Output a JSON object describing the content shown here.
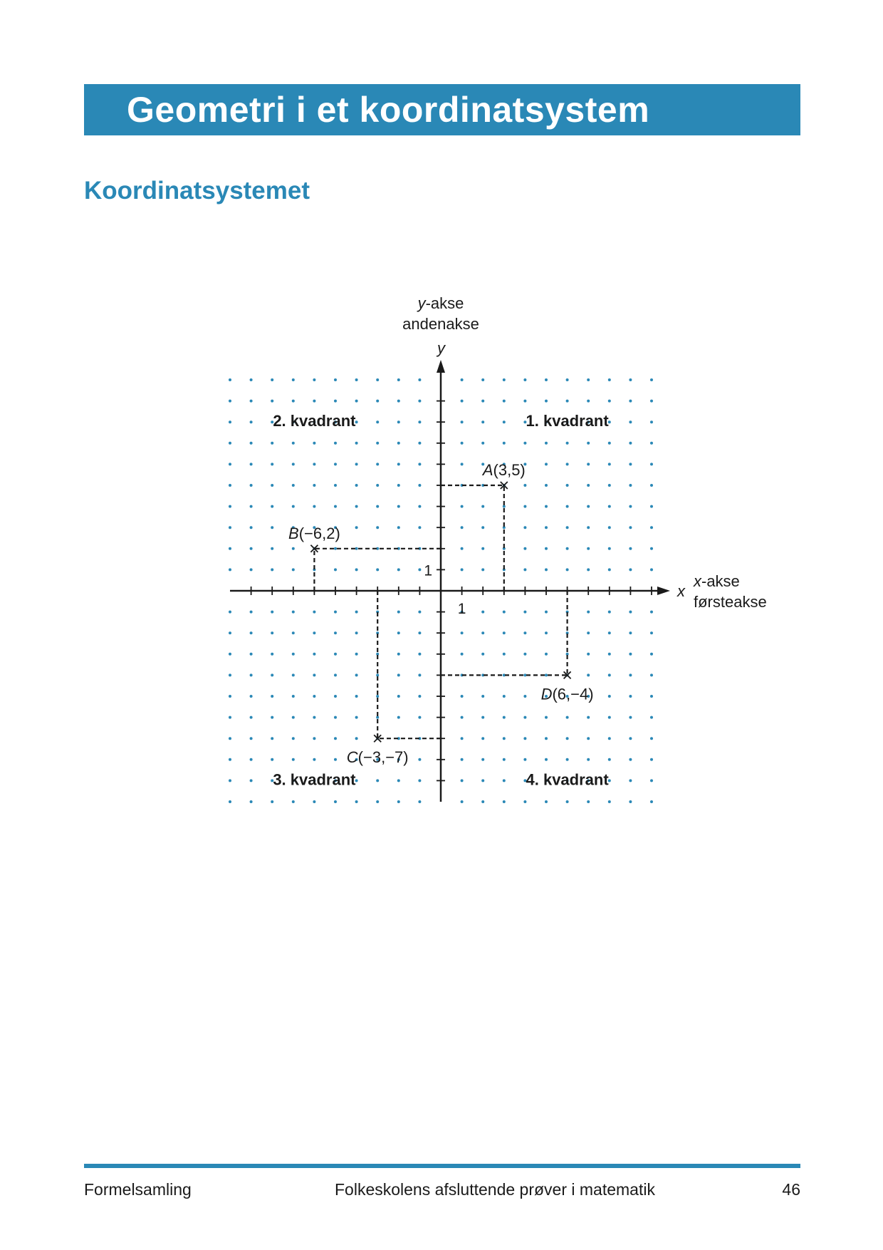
{
  "header": {
    "title": "Geometri i et koordinatsystem"
  },
  "section": {
    "heading": "Koordinatsystemet"
  },
  "diagram": {
    "y_axis": {
      "symbol": "y",
      "name_suffix": "-akse",
      "alt_name": "andenakse"
    },
    "x_axis": {
      "symbol": "x",
      "name_suffix": "-akse",
      "alt_name": "førsteakse"
    },
    "tick_label_x": "1",
    "tick_label_y": "1",
    "x_range": [
      -10,
      10
    ],
    "y_range": [
      -10,
      10
    ],
    "quadrants": [
      {
        "label": "1. kvadrant",
        "position": "top-right"
      },
      {
        "label": "2. kvadrant",
        "position": "top-left"
      },
      {
        "label": "3. kvadrant",
        "position": "bottom-left"
      },
      {
        "label": "4. kvadrant",
        "position": "bottom-right"
      }
    ],
    "points": [
      {
        "name": "A",
        "coords": "(3,5)",
        "x": 3,
        "y": 5,
        "label_side": "above"
      },
      {
        "name": "B",
        "coords": "(−6,2)",
        "x": -6,
        "y": 2,
        "label_side": "above"
      },
      {
        "name": "C",
        "coords": "(−3,−7)",
        "x": -3,
        "y": -7,
        "label_side": "below"
      },
      {
        "name": "D",
        "coords": "(6,−4)",
        "x": 6,
        "y": -4,
        "label_side": "below"
      }
    ],
    "colors": {
      "grid_dots": "#2a88b6",
      "axes": "#1a1a1a"
    }
  },
  "footer": {
    "left": "Formelsamling",
    "center": "Folkeskolens afsluttende prøver i matematik",
    "page_number": "46"
  }
}
